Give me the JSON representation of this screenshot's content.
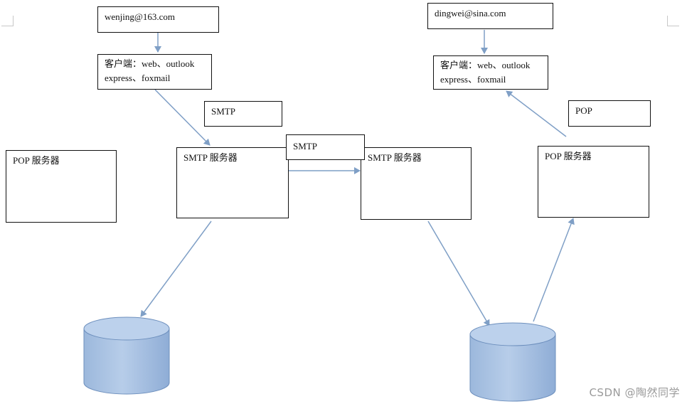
{
  "colors": {
    "arrow": "#7f9fc6",
    "cylinder_fill": "#a9c3e3",
    "cylinder_stroke": "#6d8fbd",
    "box_border": "#111111"
  },
  "client_left": {
    "email": "wenjing@163.com",
    "client_line1": "客户端：web、outlook",
    "client_line2": "express、foxmail"
  },
  "client_right": {
    "email": "dingwei@sina.com",
    "client_line1": "客户端：web、outlook",
    "client_line2": "express、foxmail"
  },
  "labels": {
    "smtp_upper": "SMTP",
    "smtp_middle": "SMTP",
    "pop_right": "POP"
  },
  "servers": {
    "pop_left": "POP 服务器",
    "smtp_left": "SMTP 服务器",
    "smtp_right": "SMTP 服务器",
    "pop_right": "POP 服务器"
  },
  "watermark": "CSDN @陶然同学"
}
